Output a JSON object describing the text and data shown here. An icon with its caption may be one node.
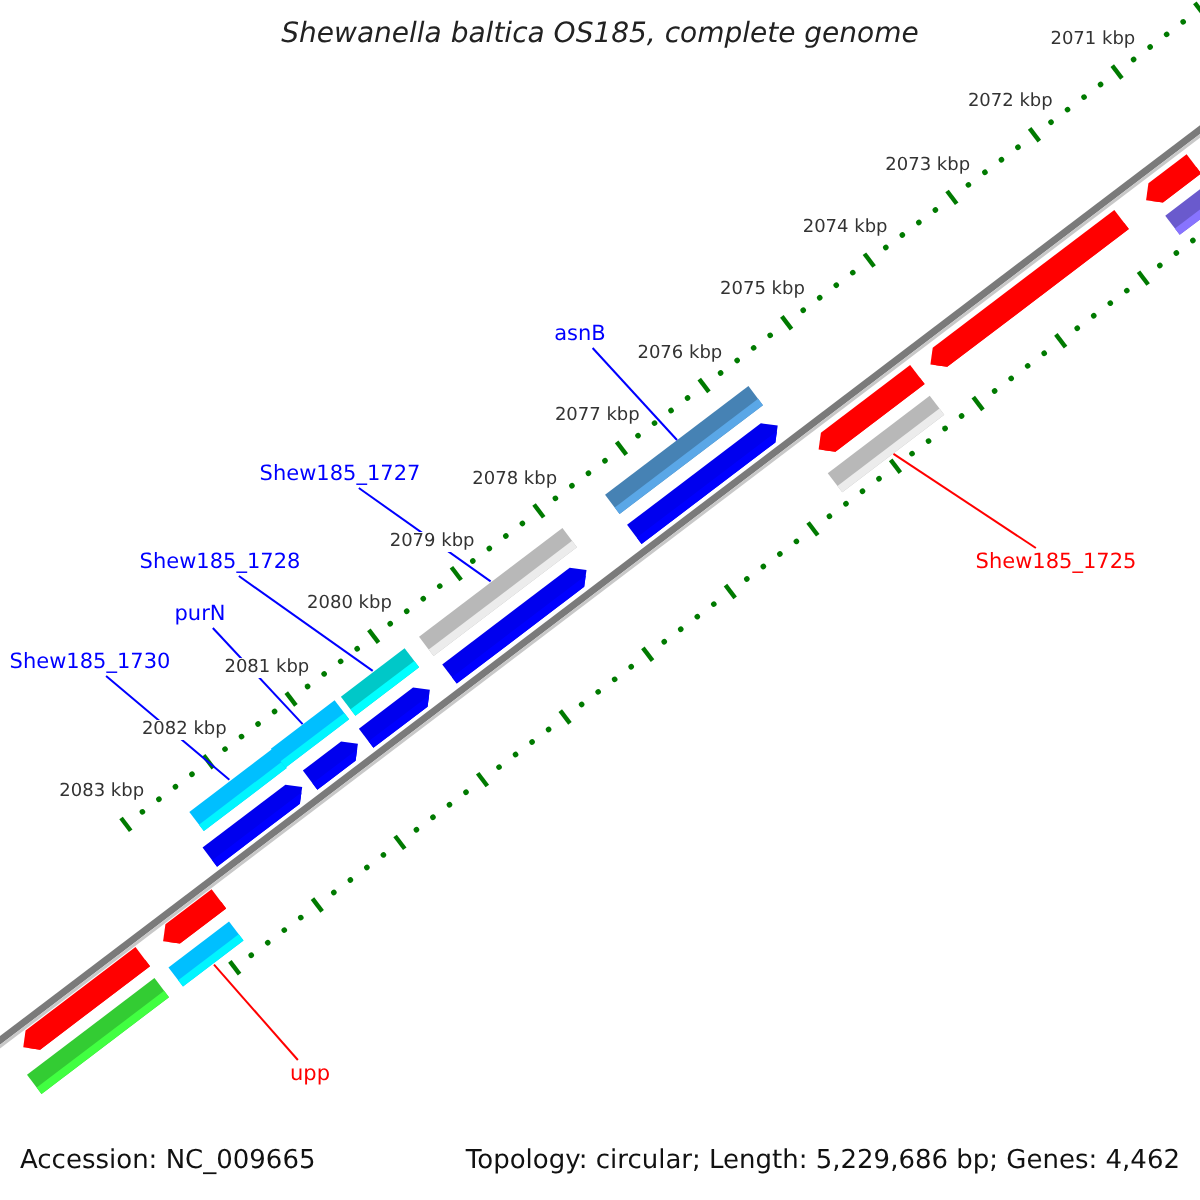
{
  "diagram": {
    "title": "Shewanella baltica OS185, complete genome",
    "nodes": [
      {
        "text": [
          "asnB"
        ]
      },
      {
        "text": [
          "Shew185_1727"
        ]
      },
      {
        "text": [
          "Shew185_1725"
        ]
      },
      {
        "text": [
          "Shew185_1728"
        ]
      },
      {
        "text": [
          "purN"
        ]
      },
      {
        "text": [
          "Shew185_1730"
        ]
      },
      {
        "text": [
          "upp"
        ]
      },
      {
        "text": [],
        "shape": "bar"
      },
      {
        "text": [],
        "shape": "arrow"
      },
      {
        "text": [],
        "shape": "arrow"
      },
      {
        "text": [],
        "shape": "bar"
      },
      {
        "text": [],
        "shape": "bar"
      },
      {
        "text": [],
        "shape": "arrow"
      },
      {
        "text": [],
        "shape": "bar"
      },
      {
        "text": [],
        "shape": "arrow"
      },
      {
        "text": [],
        "shape": "bar"
      },
      {
        "text": [],
        "shape": "arrow"
      },
      {
        "text": [],
        "shape": "bar"
      },
      {
        "text": [],
        "shape": "arrow"
      },
      {
        "text": [],
        "shape": "bar"
      },
      {
        "text": [],
        "shape": "arrow"
      },
      {
        "text": [],
        "shape": "arrow"
      },
      {
        "text": [],
        "shape": "bar"
      },
      {
        "text": [],
        "shape": "arrow"
      },
      {
        "text": [],
        "shape": "arrow"
      },
      {
        "text": [],
        "shape": "bar"
      }
    ],
    "edges": [
      {
        "from": 0,
        "to": 19,
        "arrow": "none"
      },
      {
        "from": 1,
        "to": 17,
        "arrow": "none"
      },
      {
        "from": 2,
        "to": 22,
        "arrow": "none",
        "color": "#ff0000"
      },
      {
        "from": 3,
        "to": 15,
        "arrow": "none"
      },
      {
        "from": 4,
        "to": 13,
        "arrow": "none"
      },
      {
        "from": 5,
        "to": 11,
        "arrow": "none"
      },
      {
        "from": 6,
        "to": 10,
        "arrow": "none",
        "color": "#ff0000"
      }
    ],
    "labels": [
      "2071 kbp",
      "2072 kbp",
      "2073 kbp",
      "2074 kbp",
      "2075 kbp",
      "2076 kbp",
      "2077 kbp",
      "2078 kbp",
      "2079 kbp",
      "2080 kbp",
      "2081 kbp",
      "2082 kbp",
      "2083 kbp",
      "Accession: NC_009665",
      "Topology: circular; Length: 5,229,686 bp; Genes: 4,462"
    ]
  }
}
